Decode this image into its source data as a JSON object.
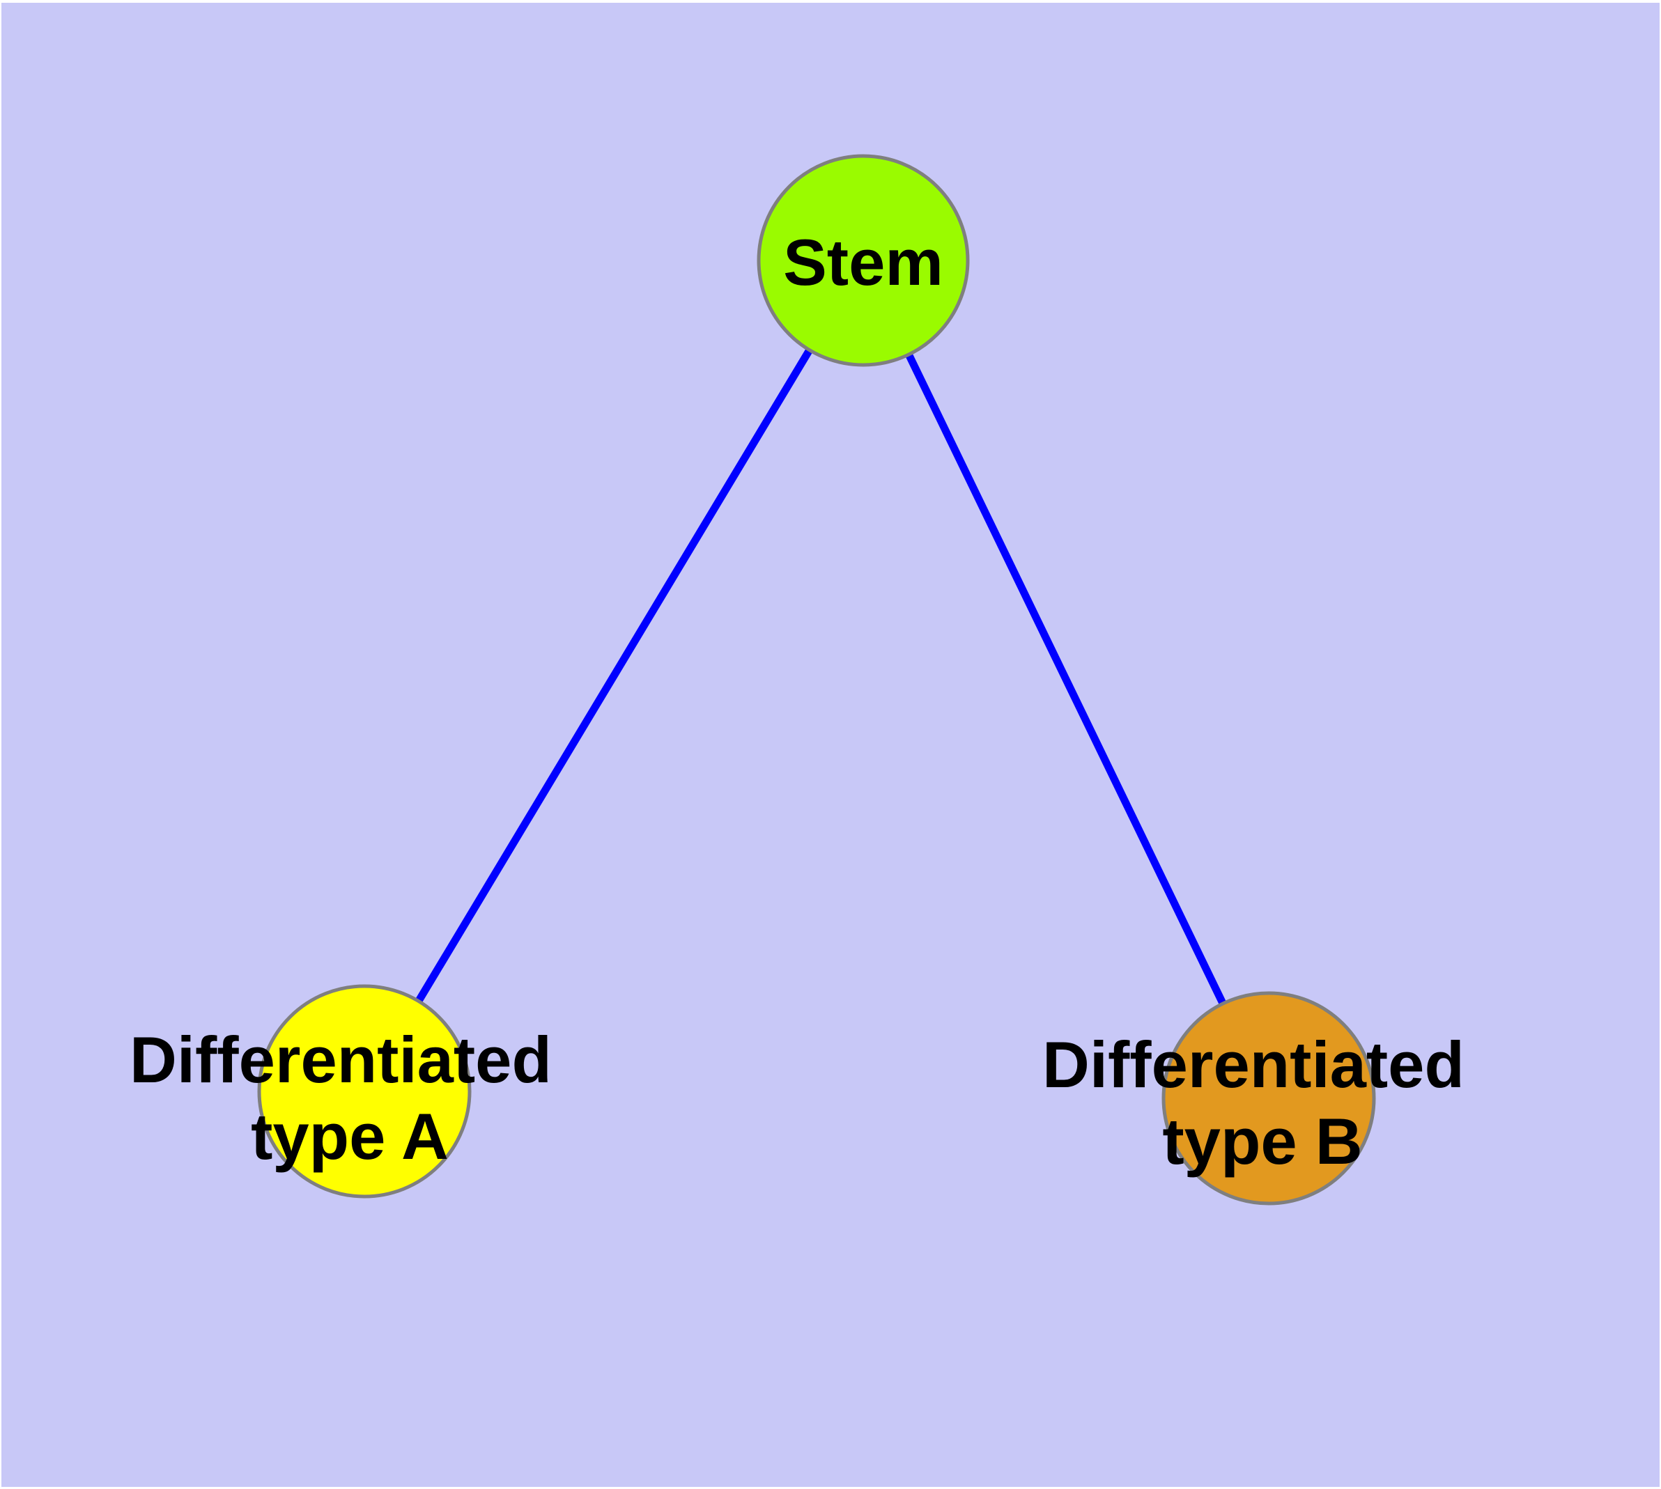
{
  "canvas": {
    "background_color": "#C8C8F7",
    "frame_color": "#FFFFFF"
  },
  "graph": {
    "type": "node-link-diagram",
    "edge_color": "#0000FF",
    "node_border_color": "#7F7F7F",
    "label_color": "#000000",
    "nodes": [
      {
        "id": "stem",
        "label_lines": [
          "Stem"
        ],
        "color": "#9AFB00"
      },
      {
        "id": "typeA",
        "label_lines": [
          "Differentiated",
          "type A"
        ],
        "color": "#FFFF00"
      },
      {
        "id": "typeB",
        "label_lines": [
          "Differentiated",
          "type B"
        ],
        "color": "#E2991F"
      }
    ],
    "edges": [
      {
        "from": "Stem",
        "to": "Differentiated type A"
      },
      {
        "from": "Stem",
        "to": "Differentiated type B"
      }
    ]
  }
}
